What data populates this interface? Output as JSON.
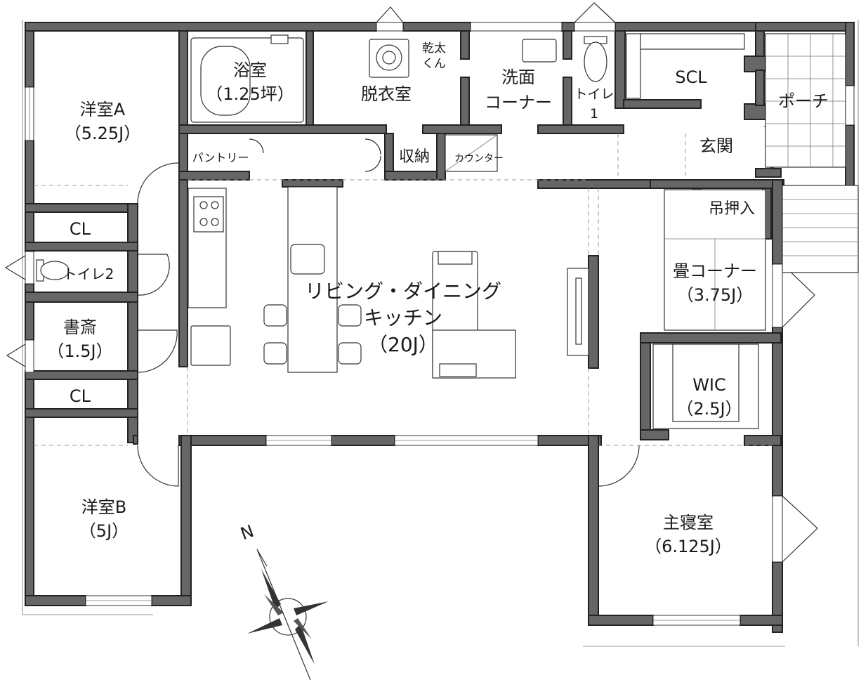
{
  "rooms": {
    "western_a_name": "洋室A",
    "western_a_size": "（5.25J）",
    "bath_name": "浴室",
    "bath_size": "（1.25坪）",
    "dressing": "脱衣室",
    "dryer_line1": "乾太",
    "dryer_line2": "くん",
    "wash_line1": "洗面",
    "wash_line2": "コーナー",
    "toilet1_line1": "トイレ",
    "toilet1_line2": "1",
    "scl": "SCL",
    "porch": "ポーチ",
    "entrance": "玄関",
    "pantry": "パントリー",
    "storage": "収納",
    "counter": "カウンター",
    "cl_upper": "CL",
    "toilet2": "トイレ2",
    "study_name": "書斎",
    "study_size": "（1.5J）",
    "cl_lower": "CL",
    "ldk_line1": "リビング・ダイニング",
    "ldk_line2": "キッチン",
    "ldk_size": "（20J）",
    "hanging_closet": "吊押入",
    "tatami_name": "畳コーナー",
    "tatami_size": "（3.75J）",
    "wic_name": "WIC",
    "wic_size": "（2.5J）",
    "western_b_name": "洋室B",
    "western_b_size": "（5J）",
    "master_name": "主寝室",
    "master_size": "（6.125J）"
  },
  "compass": {
    "north_label": "N"
  },
  "colors": {
    "wall": "#666666",
    "line": "#333333",
    "background": "#ffffff"
  },
  "icons": [
    "compass-rose-icon",
    "stove-icon",
    "bathtub-icon",
    "toilet-icon",
    "washing-machine-icon",
    "sink-icon"
  ]
}
